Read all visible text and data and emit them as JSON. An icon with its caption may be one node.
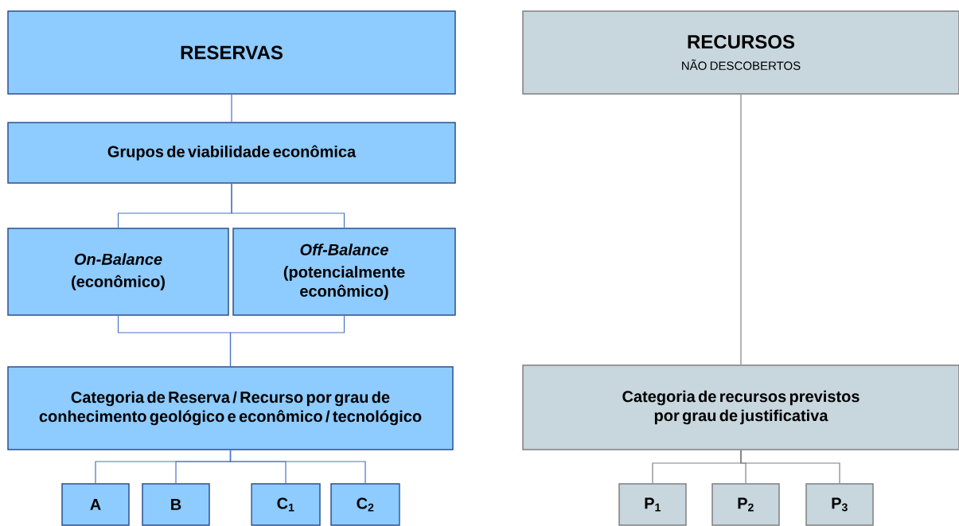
{
  "diagram": {
    "nodes": [
      {
        "text": [
          "RESERVAS"
        ]
      },
      {
        "text": [
          "RECURSOS",
          "NÃO DESCOBERTOS"
        ]
      },
      {
        "text": [
          "Grupos de viabilidade econômica"
        ]
      },
      {
        "text": [
          "On-Balance",
          "(econômico)"
        ]
      },
      {
        "text": [
          "Off-Balance",
          "(potencialmente econômico)"
        ]
      },
      {
        "text": [
          "Categoria de Reserva / Recurso por grau de conhecimento geológico e econômico / tecnológico"
        ]
      },
      {
        "text": [
          "Categoria de recursos previstos por grau de justificativa"
        ]
      },
      {
        "text": [
          "A"
        ]
      },
      {
        "text": [
          "B"
        ]
      },
      {
        "text": [
          "C$_{1}$"
        ]
      },
      {
        "text": [
          "C$_{2}$"
        ]
      },
      {
        "text": [
          "P$_{1}$"
        ]
      },
      {
        "text": [
          "P$_{2}$"
        ]
      },
      {
        "text": [
          "P$_{3}$"
        ]
      }
    ],
    "edges": [
      {
        "from": 0,
        "to": 2,
        "arrow": "none"
      },
      {
        "from": 2,
        "to": 3,
        "arrow": "none"
      },
      {
        "from": 2,
        "to": 4,
        "arrow": "none"
      },
      {
        "from": 3,
        "to": 5,
        "arrow": "none"
      },
      {
        "from": 4,
        "to": 5,
        "arrow": "none"
      },
      {
        "from": 5,
        "to": 7,
        "arrow": "none"
      },
      {
        "from": 5,
        "to": 8,
        "arrow": "none"
      },
      {
        "from": 5,
        "to": 9,
        "arrow": "none"
      },
      {
        "from": 5,
        "to": 10,
        "arrow": "none"
      },
      {
        "from": 1,
        "to": 6,
        "arrow": "none"
      },
      {
        "from": 6,
        "to": 11,
        "arrow": "none"
      },
      {
        "from": 6,
        "to": 12,
        "arrow": "none"
      },
      {
        "from": 6,
        "to": 13,
        "arrow": "none"
      }
    ]
  }
}
